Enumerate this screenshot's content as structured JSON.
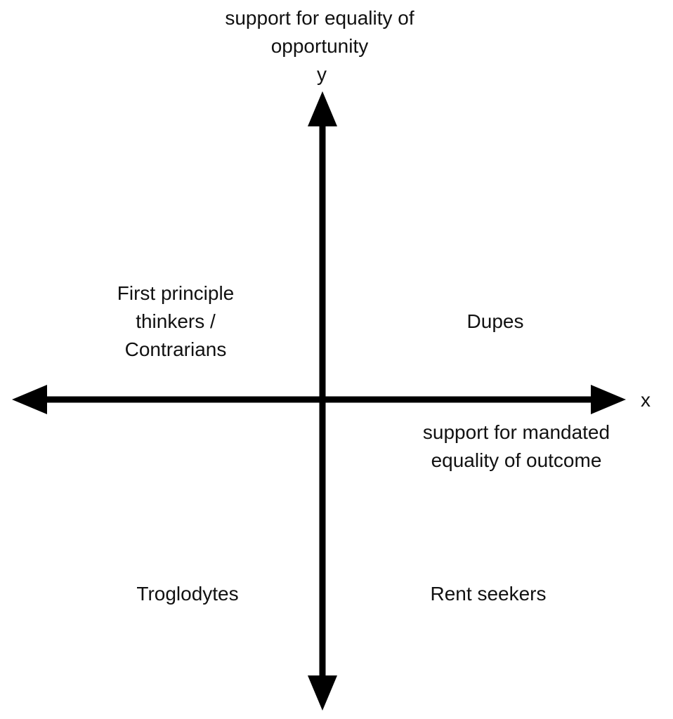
{
  "diagram": {
    "type": "quadrant-chart",
    "y_axis": {
      "title_lines": [
        "support for equality of",
        "opportunity"
      ],
      "axis_letter": "y"
    },
    "x_axis": {
      "axis_letter": "x",
      "title_lines": [
        "support for mandated",
        "equality of outcome"
      ]
    },
    "quadrants": {
      "top_left_lines": [
        "First principle",
        "thinkers /",
        "Contrarians"
      ],
      "top_right": "Dupes",
      "bottom_left": "Troglodytes",
      "bottom_right": "Rent seekers"
    },
    "colors": {
      "axis": "#000000",
      "text": "#111111",
      "background": "#ffffff"
    }
  }
}
